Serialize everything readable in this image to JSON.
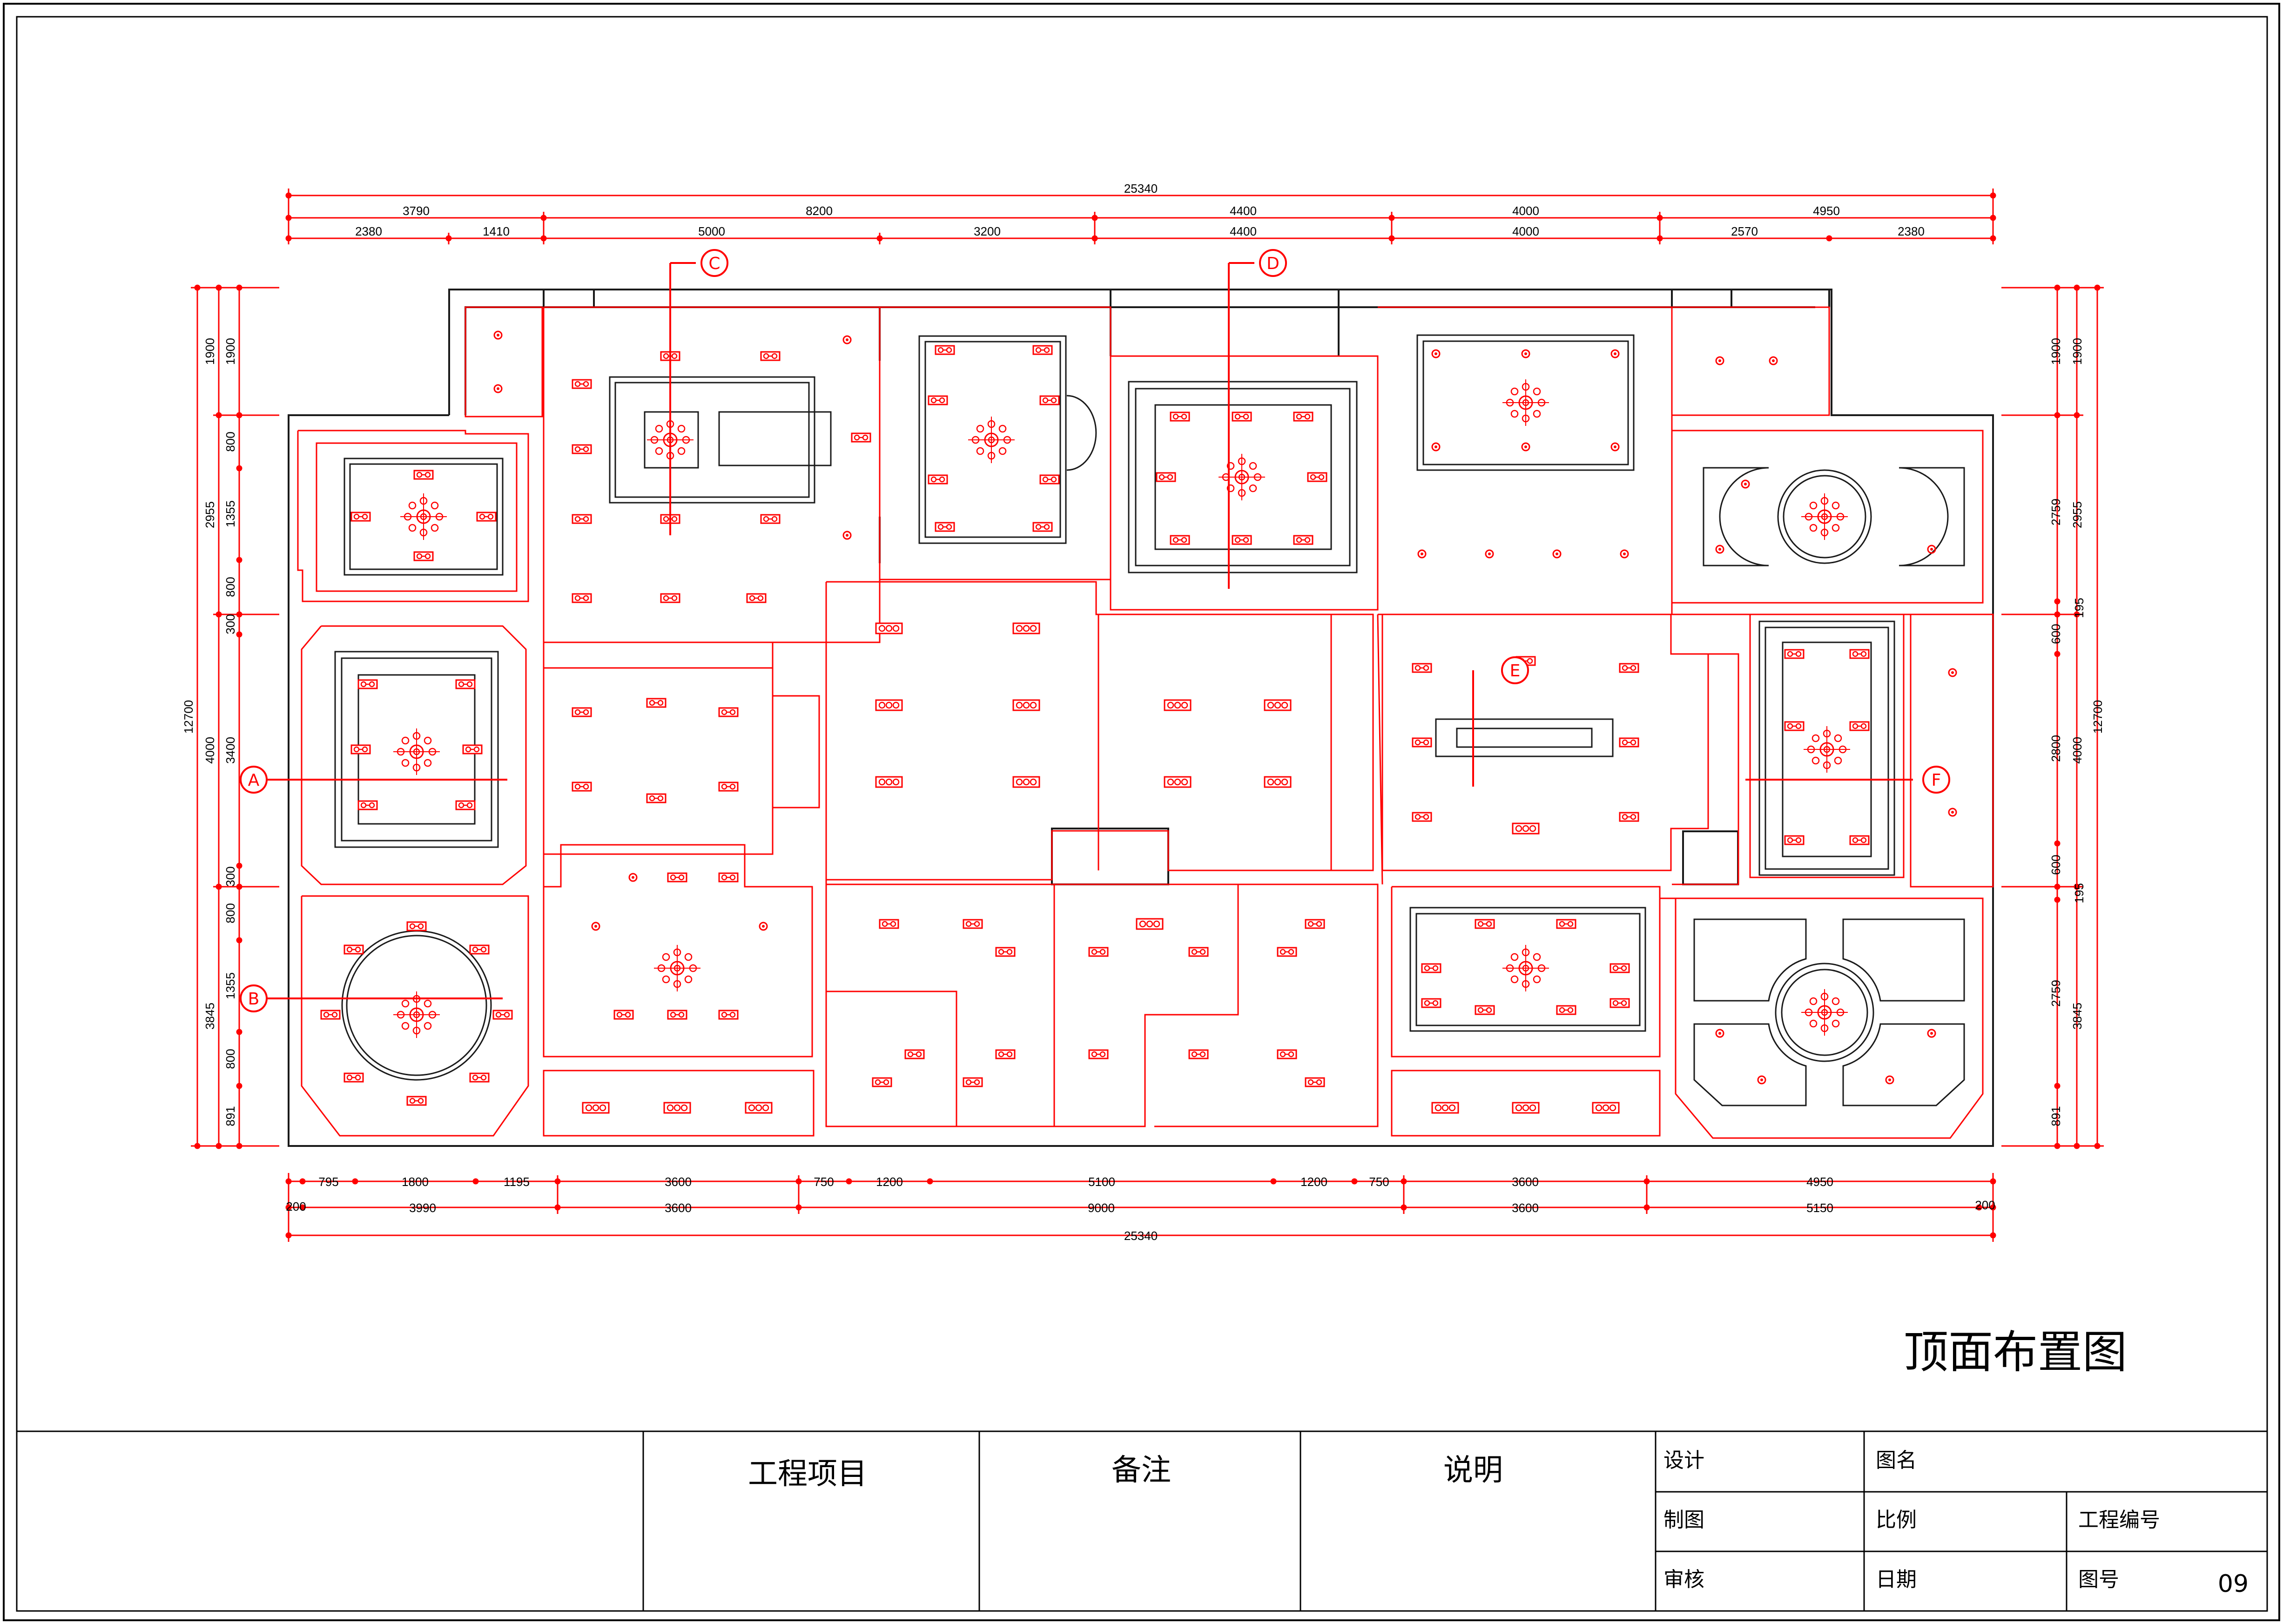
{
  "drawing_title": "顶面布置图",
  "dimensions": {
    "top_total": "25340",
    "top_row1": [
      "3790",
      "8200",
      "4400",
      "4000",
      "4950"
    ],
    "top_row2": [
      "2380",
      "1410",
      "5000",
      "3200",
      "4400",
      "4000",
      "2570",
      "2380"
    ],
    "bottom_row1": [
      "795",
      "1800",
      "1195",
      "3600",
      "750",
      "1200",
      "5100",
      "1200",
      "750",
      "3600",
      "4950"
    ],
    "bottom_row2": [
      "200",
      "3990",
      "3600",
      "9000",
      "3600",
      "5150",
      "200"
    ],
    "bottom_total": "25340",
    "left_total": "12700",
    "left_row1": [
      "1900",
      "2955",
      "4000",
      "3845"
    ],
    "left_row2": [
      "1900",
      "800",
      "1355",
      "800",
      "300",
      "3400",
      "300",
      "800",
      "1355",
      "800",
      "891"
    ],
    "right_total": "12700",
    "right_row1": [
      "1900",
      "2955",
      "4000",
      "3845"
    ],
    "right_row2": [
      "1900",
      "2759",
      "195",
      "600",
      "2800",
      "600",
      "195",
      "2759",
      "891"
    ]
  },
  "section_markers": [
    "A",
    "B",
    "C",
    "D",
    "E",
    "F"
  ],
  "title_block": {
    "project": "工程项目",
    "remarks": "备注",
    "notes": "说明",
    "design": "设计",
    "drafting": "制图",
    "review": "审核",
    "drawing_name": "图名",
    "scale": "比例",
    "date": "日期",
    "project_no": "工程编号",
    "drawing_no_label": "图号",
    "drawing_no": "09"
  },
  "colors": {
    "line_red": "#ff0000",
    "line_dark": "#1a1a1a",
    "background": "#ffffff"
  }
}
